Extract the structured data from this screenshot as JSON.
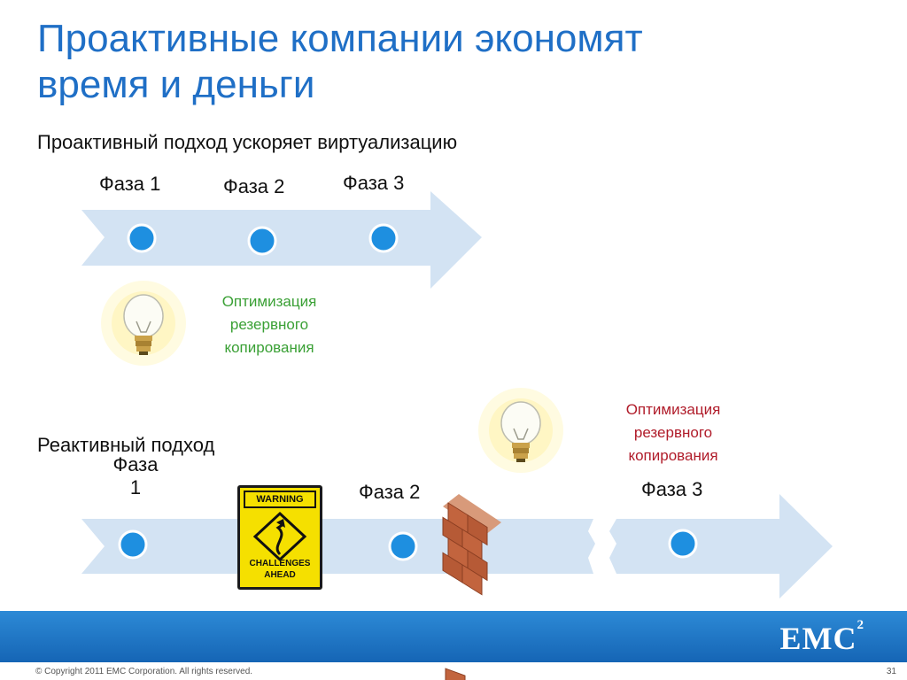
{
  "slide": {
    "title_lines": [
      "Проактивные компании экономят",
      "время и деньги"
    ]
  },
  "proactive": {
    "label": "Проактивный подход ускоряет виртуализацию",
    "phases": [
      "Фаза 1",
      "Фаза 2",
      "Фаза 3"
    ],
    "note_lines": [
      "Оптимизация",
      "резервного",
      "копирования"
    ]
  },
  "reactive": {
    "label": "Реактивный подход",
    "phase1_lines": [
      "Фаза",
      "1"
    ],
    "phase2": "Фаза 2",
    "phase3": "Фаза 3",
    "note_lines": [
      "Оптимизация",
      "резервного",
      "копирования"
    ],
    "warning_sign": {
      "top": "WARNING",
      "bottom_lines": [
        "CHALLENGES",
        "AHEAD"
      ]
    }
  },
  "footer": {
    "logo": "EMC",
    "logo_sup": "2",
    "copyright": "© Copyright 2011 EMC Corporation. All rights reserved.",
    "page": "31"
  },
  "colors": {
    "title": "#1f6fc6",
    "arrow": "#d3e3f3",
    "dot": "#1e8fe0",
    "note_green": "#3aa035",
    "note_red": "#b01c2a",
    "band": "#1e74c4",
    "sign_yellow": "#f5e000"
  },
  "icons": [
    "lightbulb-icon",
    "brick-wall-icon",
    "warning-sign-icon",
    "phase-dot-icon"
  ]
}
